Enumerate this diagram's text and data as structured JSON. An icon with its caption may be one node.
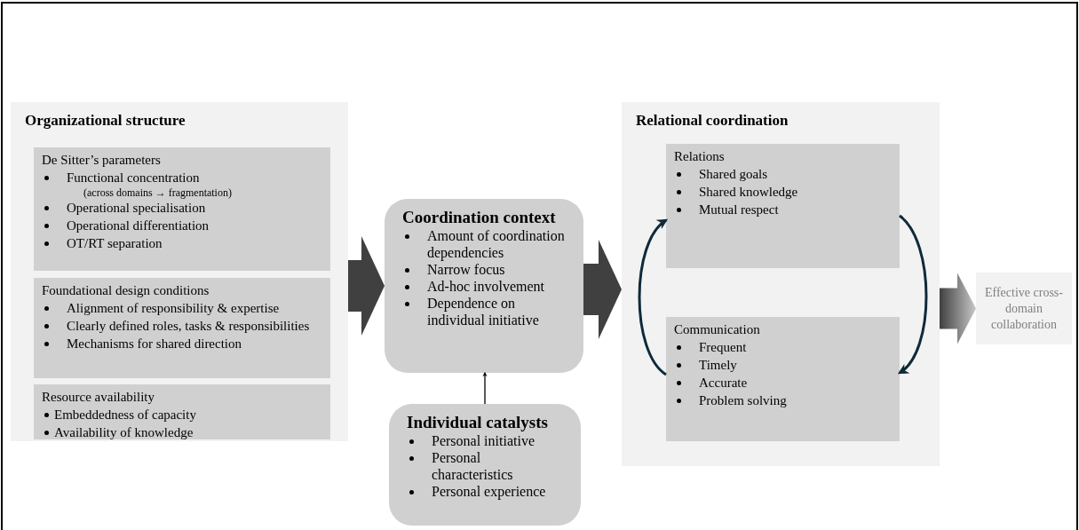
{
  "diagram": {
    "nodes": [
      {
        "text": [
          "Organizational structure"
        ]
      },
      {
        "text": [
          "De Sitter’s parameters",
          "Functional concentration",
          "(across domains → fragmentation)",
          "Operational specialisation",
          "Operational differentiation",
          "OT/RT separation"
        ],
        "in": 0
      },
      {
        "text": [
          "Foundational design conditions",
          "Alignment of responsibility & expertise",
          "Clearly defined roles, tasks & responsibilities",
          "Mechanisms for shared direction"
        ],
        "in": 0
      },
      {
        "text": [
          "Resource availability",
          "Embeddedness of capacity",
          "Availability of knowledge"
        ],
        "in": 0
      },
      {
        "text": [
          "Coordination context",
          "Amount of coordination dependencies",
          "Narrow focus",
          "Ad-hoc involvement",
          "Dependence on individual initiative"
        ]
      },
      {
        "text": [
          "Individual catalysts",
          "Personal initiative",
          "Personal characteristics",
          "Personal experience"
        ]
      },
      {
        "text": [
          "Relational coordination"
        ]
      },
      {
        "text": [
          "Relations",
          "Shared goals",
          "Shared knowledge",
          "Mutual respect"
        ],
        "in": 6
      },
      {
        "text": [
          "Communication",
          "Frequent",
          "Timely",
          "Accurate",
          "Problem solving"
        ],
        "in": 6
      },
      {
        "text": [
          "Effective cross-domain collaboration"
        ]
      }
    ],
    "edges": [
      {
        "from": 0,
        "to": 4,
        "arrow": "to",
        "style": "thick"
      },
      {
        "from": 4,
        "to": 6,
        "arrow": "to",
        "style": "thick"
      },
      {
        "from": 5,
        "to": 4,
        "arrow": "to"
      },
      {
        "from": 8,
        "to": 7,
        "arrow": "to",
        "color": "#0f2a3a"
      },
      {
        "from": 7,
        "to": 8,
        "arrow": "to",
        "color": "#0f2a3a"
      },
      {
        "from": 6,
        "to": 9,
        "arrow": "to",
        "style": "thick",
        "color": "#c8c8c8"
      }
    ]
  }
}
